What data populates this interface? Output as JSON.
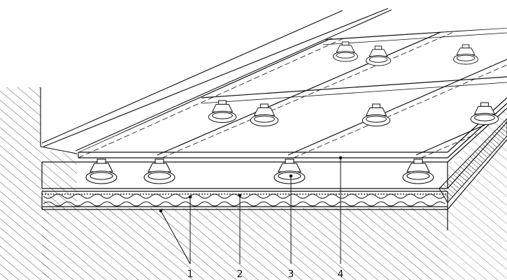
{
  "figure": {
    "callouts": [
      {
        "id": "1",
        "label": "1"
      },
      {
        "id": "2",
        "label": "2"
      },
      {
        "id": "3",
        "label": "3"
      },
      {
        "id": "4",
        "label": "4"
      }
    ]
  },
  "colors": {
    "ink": "#111111",
    "background": "#ffffff"
  }
}
